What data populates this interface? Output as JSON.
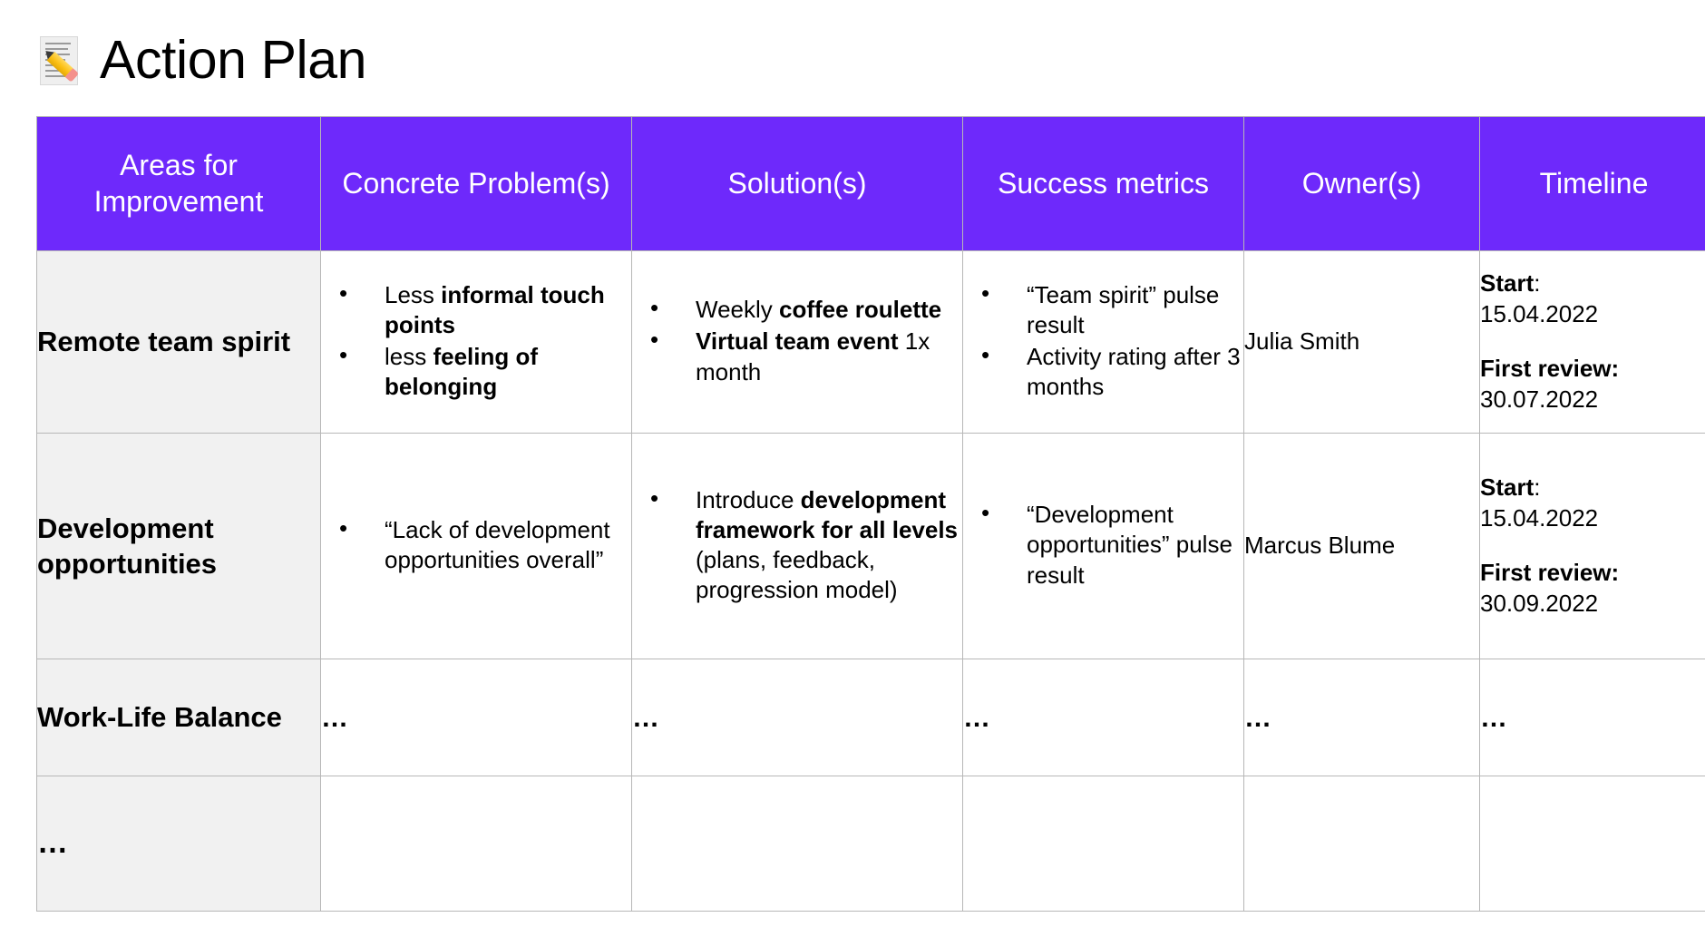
{
  "slide": {
    "title": "Action Plan",
    "title_icon": "memo-pencil-icon",
    "accent_color": "#6E29FB",
    "header_text_color": "#FFFFFF",
    "row_label_bg": "#F1F1F1",
    "border_color": "#B7B7B7"
  },
  "table": {
    "headers": [
      "Areas for Improvement",
      "Concrete Problem(s)",
      "Solution(s)",
      "Success metrics",
      "Owner(s)",
      "Timeline"
    ],
    "rows": [
      {
        "area": "Remote team spirit",
        "problems": [
          {
            "lead": "Less ",
            "strong": "informal touch points",
            "tail": ""
          },
          {
            "lead": "less ",
            "strong": "feeling of belonging",
            "tail": ""
          }
        ],
        "solutions": [
          {
            "lead": "Weekly ",
            "strong": "coffee roulette",
            "tail": ""
          },
          {
            "lead": "",
            "strong": "Virtual team event",
            "tail": " 1x month"
          }
        ],
        "metrics": [
          {
            "lead": "“Team spirit” pulse result",
            "strong": "",
            "tail": ""
          },
          {
            "lead": "Activity rating after 3 months",
            "strong": "",
            "tail": ""
          }
        ],
        "owner": "Julia Smith",
        "timeline": {
          "start_label": "Start",
          "start_sep": ":",
          "start_date": "15.04.2022",
          "review_label": "First review:",
          "review_date": "30.07.2022"
        }
      },
      {
        "area": "Development opportunities",
        "problems": [
          {
            "lead": "“Lack of development opportunities overall”",
            "strong": "",
            "tail": ""
          }
        ],
        "solutions": [
          {
            "lead": "Introduce ",
            "strong": "development framework for all levels",
            "tail": " (plans, feedback, progression model)"
          }
        ],
        "metrics": [
          {
            "lead": "“Development opportunities” pulse result",
            "strong": "",
            "tail": ""
          }
        ],
        "owner": "Marcus Blume",
        "timeline": {
          "start_label": "Start",
          "start_sep": ":",
          "start_date": "15.04.2022",
          "review_label": "First review:",
          "review_date": "30.09.2022"
        }
      },
      {
        "area": "Work-Life Balance",
        "problems_placeholder": "…",
        "solutions_placeholder": "…",
        "metrics_placeholder": "…",
        "owner": "…",
        "timeline_placeholder": "…"
      },
      {
        "area": "…",
        "problems_placeholder": "",
        "solutions_placeholder": "",
        "metrics_placeholder": "",
        "owner": "",
        "timeline_placeholder": ""
      }
    ]
  }
}
